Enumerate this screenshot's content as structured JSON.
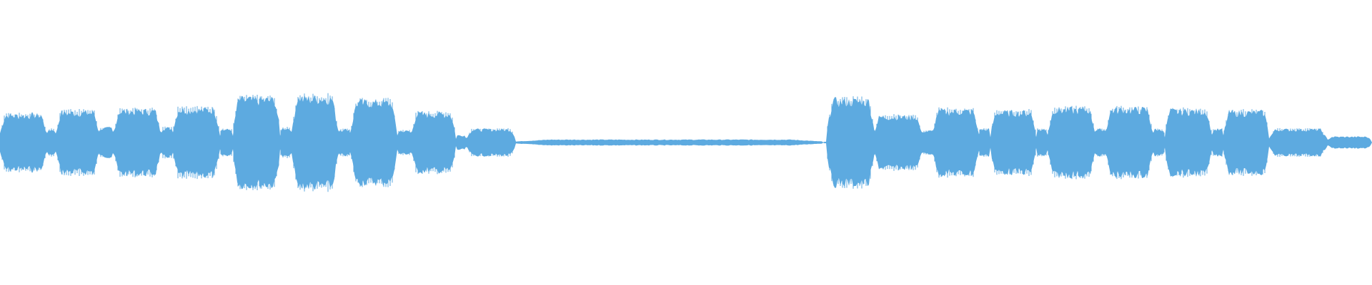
{
  "waveform": {
    "color": "#5DAAE0",
    "background": "#ffffff",
    "segments": [
      {
        "start": 0.0,
        "end": 0.034,
        "amp": 0.19
      },
      {
        "start": 0.034,
        "end": 0.041,
        "amp": 0.09
      },
      {
        "start": 0.041,
        "end": 0.072,
        "amp": 0.21
      },
      {
        "start": 0.072,
        "end": 0.083,
        "amp": 0.1
      },
      {
        "start": 0.083,
        "end": 0.117,
        "amp": 0.22
      },
      {
        "start": 0.117,
        "end": 0.126,
        "amp": 0.1
      },
      {
        "start": 0.126,
        "end": 0.16,
        "amp": 0.23
      },
      {
        "start": 0.16,
        "end": 0.17,
        "amp": 0.09
      },
      {
        "start": 0.17,
        "end": 0.204,
        "amp": 0.3
      },
      {
        "start": 0.204,
        "end": 0.213,
        "amp": 0.1
      },
      {
        "start": 0.213,
        "end": 0.246,
        "amp": 0.31
      },
      {
        "start": 0.246,
        "end": 0.256,
        "amp": 0.09
      },
      {
        "start": 0.256,
        "end": 0.289,
        "amp": 0.28
      },
      {
        "start": 0.289,
        "end": 0.3,
        "amp": 0.08
      },
      {
        "start": 0.3,
        "end": 0.332,
        "amp": 0.2
      },
      {
        "start": 0.332,
        "end": 0.34,
        "amp": 0.05
      },
      {
        "start": 0.34,
        "end": 0.376,
        "amp": 0.09
      },
      {
        "start": 0.376,
        "end": 0.6,
        "amp": 0.02
      },
      {
        "start": 0.6,
        "end": 0.603,
        "amp": 0.005
      },
      {
        "start": 0.603,
        "end": 0.637,
        "amp": 0.29
      },
      {
        "start": 0.637,
        "end": 0.672,
        "amp": 0.18
      },
      {
        "start": 0.672,
        "end": 0.68,
        "amp": 0.08
      },
      {
        "start": 0.68,
        "end": 0.713,
        "amp": 0.22
      },
      {
        "start": 0.713,
        "end": 0.722,
        "amp": 0.09
      },
      {
        "start": 0.722,
        "end": 0.755,
        "amp": 0.21
      },
      {
        "start": 0.755,
        "end": 0.764,
        "amp": 0.09
      },
      {
        "start": 0.764,
        "end": 0.798,
        "amp": 0.23
      },
      {
        "start": 0.798,
        "end": 0.806,
        "amp": 0.09
      },
      {
        "start": 0.806,
        "end": 0.84,
        "amp": 0.23
      },
      {
        "start": 0.84,
        "end": 0.849,
        "amp": 0.09
      },
      {
        "start": 0.849,
        "end": 0.883,
        "amp": 0.22
      },
      {
        "start": 0.883,
        "end": 0.892,
        "amp": 0.09
      },
      {
        "start": 0.892,
        "end": 0.925,
        "amp": 0.21
      },
      {
        "start": 0.925,
        "end": 0.967,
        "amp": 0.09
      },
      {
        "start": 0.967,
        "end": 1.0,
        "amp": 0.04
      }
    ]
  }
}
